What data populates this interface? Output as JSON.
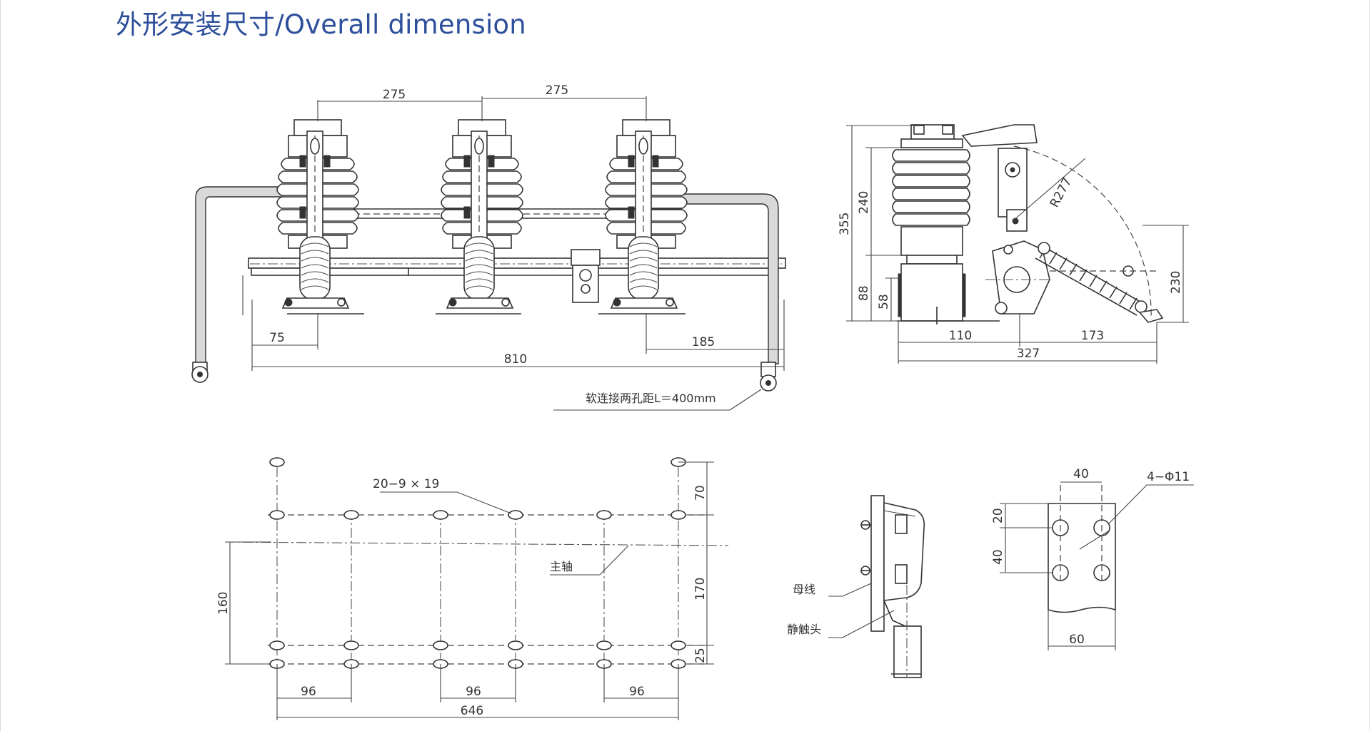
{
  "header": {
    "title": "外形安装尺寸/Overall dimension"
  },
  "front_view": {
    "dim_top_left": "275",
    "dim_top_right": "275",
    "dim_left_offset": "75",
    "dim_right_offset": "185",
    "dim_overall_width": "810",
    "flex_connection_note": "软连接两孔距L＝400mm"
  },
  "side_view": {
    "dim_height_total": "355",
    "dim_insulator": "240",
    "dim_base": "88",
    "dim_base_inner": "58",
    "dim_radius": "R277",
    "dim_right_height": "230",
    "dim_base_left": "110",
    "dim_base_right": "173",
    "dim_base_total": "327"
  },
  "hole_plan": {
    "holes_label": "20−9 × 19",
    "main_shaft_label": "主轴",
    "dim_top_spacing": "70",
    "dim_mid_spacing": "170",
    "dim_bottom_spacing": "25",
    "dim_left_height": "160",
    "dim_pitch_left": "96",
    "dim_pitch_mid": "96",
    "dim_pitch_right": "96",
    "dim_total_length": "646"
  },
  "contact_detail": {
    "busbar_label": "母线",
    "static_contact_label": "静触头"
  },
  "plate_detail": {
    "holes_label": "4−Φ11",
    "dim_top_width": "40",
    "dim_edge": "20",
    "dim_hole_pitch": "40",
    "dim_bottom_width": "60"
  }
}
